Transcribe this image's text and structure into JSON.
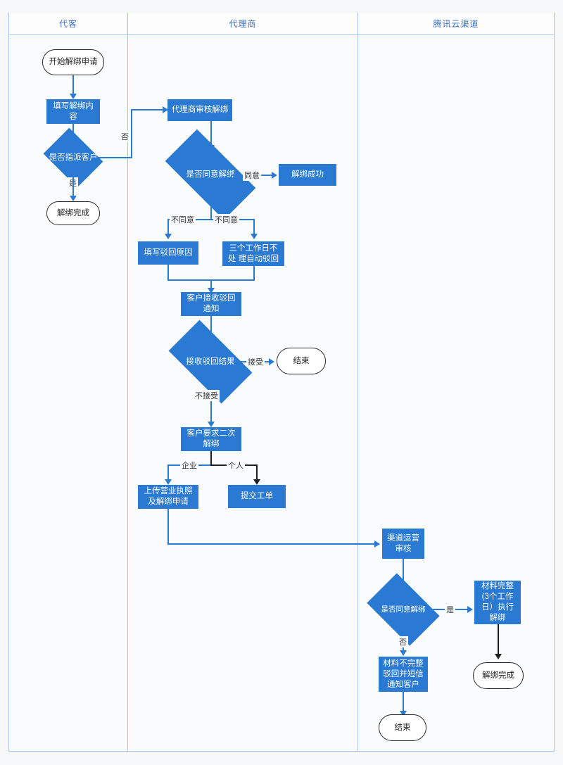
{
  "lanes": [
    {
      "id": "lane-customer",
      "label": "代客"
    },
    {
      "id": "lane-agent",
      "label": "代理商"
    },
    {
      "id": "lane-tencent",
      "label": "腾讯云渠道"
    }
  ],
  "colors": {
    "process_fill": "#2a79d2",
    "connector": "#2a79d2",
    "dark_connector": "#1f1f1f",
    "lane_border": "#a8c6ea",
    "lane_header_text": "#3b6fb5",
    "background": "#f7f8f9"
  },
  "nodes": {
    "start_apply": {
      "label": "开始解绑申请",
      "shape": "terminator"
    },
    "fill_content": {
      "label": "填写解绑内 容",
      "shape": "process"
    },
    "assign_customer": {
      "label": "是否指派客户",
      "shape": "decision"
    },
    "unbind_done_c1": {
      "label": "解绑完成",
      "shape": "terminator"
    },
    "agent_review": {
      "label": "代理商审核解绑",
      "shape": "process"
    },
    "agree_unbind": {
      "label": "是否同意解绑",
      "shape": "decision"
    },
    "unbind_success": {
      "label": "解绑成功",
      "shape": "process"
    },
    "fill_reject_reason": {
      "label": "填写驳回原因",
      "shape": "process"
    },
    "auto_reject": {
      "label": "三个工作日不处 理自动驳回",
      "shape": "process"
    },
    "customer_receive_reject": {
      "label": "客户接收驳回 通知",
      "shape": "process"
    },
    "receive_result": {
      "label": "接收驳回结果",
      "shape": "decision"
    },
    "end_c2": {
      "label": "结束",
      "shape": "terminator"
    },
    "second_unbind": {
      "label": "客户要求二次 解绑",
      "shape": "process"
    },
    "upload_license": {
      "label": "上传营业执照 及解绑申请",
      "shape": "process"
    },
    "submit_ticket": {
      "label": "提交工单",
      "shape": "process"
    },
    "channel_review": {
      "label": "渠道运营 审核",
      "shape": "process"
    },
    "agree_unbind_2": {
      "label": "是否同意解绑",
      "shape": "decision"
    },
    "material_complete": {
      "label": "材料完整 (3个工作 日）执行 解绑",
      "shape": "process"
    },
    "material_incomplete": {
      "label": "材料不完整 驳回并短信 通知客户",
      "shape": "process"
    },
    "end_c3": {
      "label": "结束",
      "shape": "terminator"
    },
    "unbind_done_c3": {
      "label": "解绑完成",
      "shape": "terminator"
    }
  },
  "edge_labels": {
    "no_assign": "否",
    "yes_assign": "是",
    "agree": "同意",
    "disagree_left": "不同意",
    "disagree_right": "不同意",
    "accept": "接受",
    "not_accept": "不接受",
    "enterprise": "企业",
    "individual": "个人",
    "yes_channel": "是",
    "no_channel": "否"
  }
}
